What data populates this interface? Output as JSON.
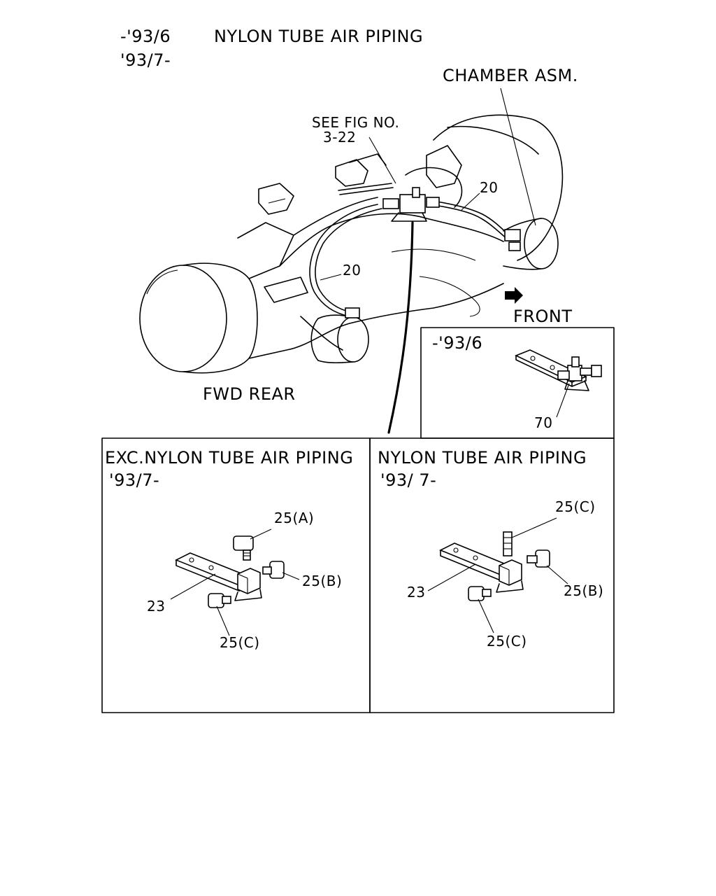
{
  "header": {
    "line1_date": "-'93/6",
    "line1_title": "NYLON TUBE AIR PIPING",
    "line2_date": "'93/7-"
  },
  "main_diagram": {
    "chamber_label": "CHAMBER ASM.",
    "see_fig_label": "SEE FIG NO.",
    "see_fig_number": "3-22",
    "callout_20_upper": "20",
    "callout_20_lower": "20",
    "front_label": "FRONT",
    "fwd_rear_label": "FWD REAR"
  },
  "inset_top": {
    "date": "-'93/6",
    "callout_70": "70"
  },
  "panel_left": {
    "title": "EXC.NYLON TUBE AIR PIPING",
    "date": "'93/7-",
    "callout_25a": "25(A)",
    "callout_25b": "25(B)",
    "callout_23": "23",
    "callout_25c": "25(C)"
  },
  "panel_right": {
    "title": "NYLON TUBE AIR PIPING",
    "date": "'93/ 7-",
    "callout_25c_top": "25(C)",
    "callout_25b": "25(B)",
    "callout_23": "23",
    "callout_25c_bottom": "25(C)"
  }
}
